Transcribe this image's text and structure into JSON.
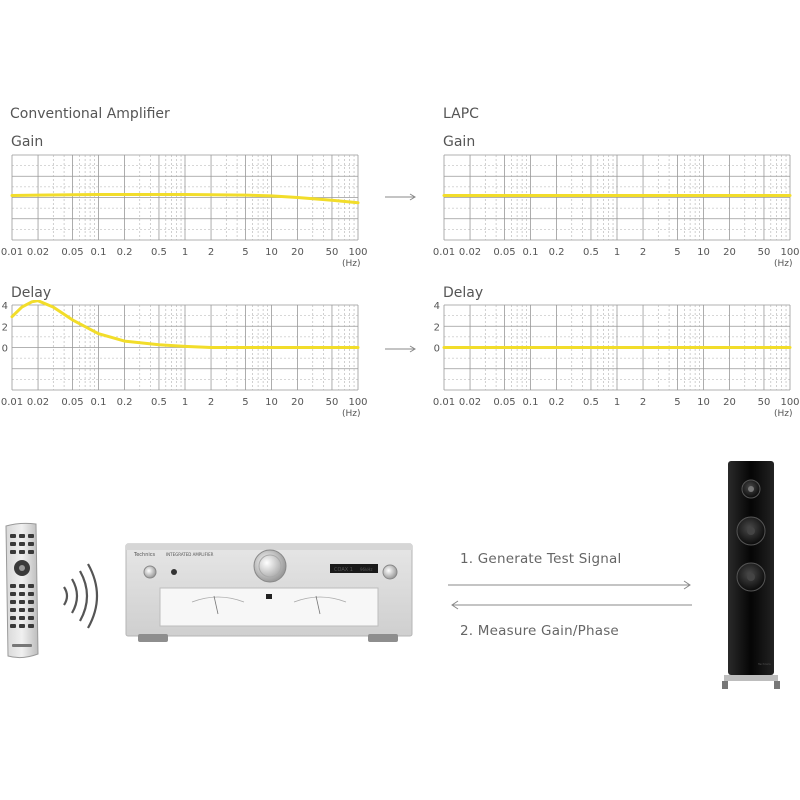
{
  "left": {
    "title": "Conventional Amplifier",
    "gain_label": "Gain",
    "delay_label": "Delay"
  },
  "right": {
    "title": "LAPC",
    "gain_label": "Gain",
    "delay_label": "Delay"
  },
  "x_ticks": [
    "0.01",
    "0.02",
    "0.05",
    "0.1",
    "0.2",
    "0.5",
    "1",
    "2",
    "5",
    "10",
    "20",
    "50",
    "100"
  ],
  "x_unit": "(Hz)",
  "delay_y_ticks": [
    "4",
    "2",
    "0"
  ],
  "steps": {
    "generate": "1. Generate Test Signal",
    "measure": "2. Measure Gain/Phase"
  },
  "colors": {
    "curve": "#f2dd2a",
    "grid_solid": "#999999",
    "grid_dashed": "#b0b0b0",
    "arrow": "#888888"
  },
  "chart_data": [
    {
      "type": "line",
      "name": "conventional-gain",
      "x": [
        0.01,
        0.02,
        0.05,
        0.1,
        0.2,
        0.5,
        1,
        2,
        5,
        10,
        20,
        50,
        100
      ],
      "series": [
        {
          "values": [
            0,
            0.05,
            0.1,
            0.12,
            0.12,
            0.12,
            0.12,
            0.1,
            0.05,
            -0.05,
            -0.25,
            -0.6,
            -0.9
          ]
        }
      ],
      "xscale": "log"
    },
    {
      "type": "line",
      "name": "lapc-gain",
      "x": [
        0.01,
        100
      ],
      "series": [
        {
          "values": [
            0,
            0
          ]
        }
      ],
      "xscale": "log"
    },
    {
      "type": "line",
      "name": "conventional-delay",
      "x": [
        0.01,
        0.013,
        0.017,
        0.02,
        0.03,
        0.05,
        0.1,
        0.2,
        0.5,
        1,
        2,
        5,
        10,
        20,
        50,
        100
      ],
      "series": [
        {
          "values": [
            2.9,
            3.8,
            4.3,
            4.4,
            3.8,
            2.6,
            1.3,
            0.6,
            0.25,
            0.1,
            0,
            0,
            0,
            0,
            0,
            0
          ]
        }
      ],
      "yticks": [
        "4",
        "2",
        "0"
      ],
      "xscale": "log"
    },
    {
      "type": "line",
      "name": "lapc-delay",
      "x": [
        0.01,
        100
      ],
      "series": [
        {
          "values": [
            0,
            0
          ]
        }
      ],
      "yticks": [
        "4",
        "2",
        "0"
      ],
      "xscale": "log"
    }
  ]
}
